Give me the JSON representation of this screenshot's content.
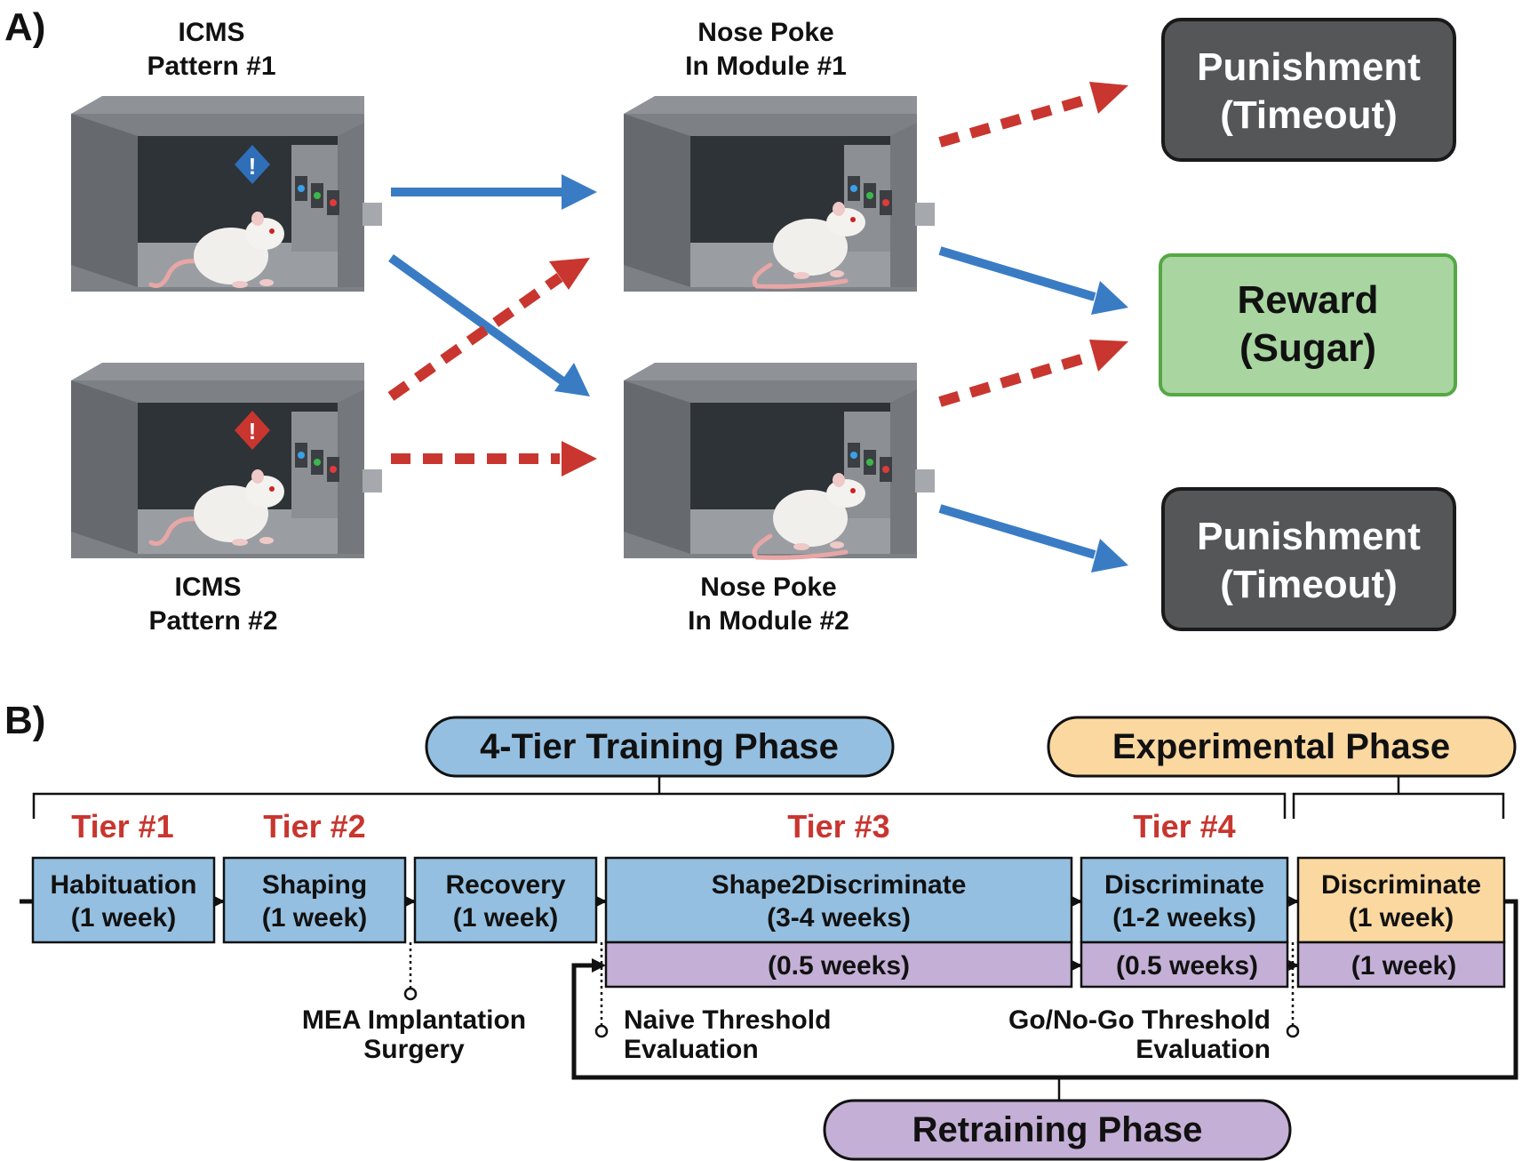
{
  "panel_a": {
    "label": "A)",
    "stim1": {
      "line1": "ICMS",
      "line2": "Pattern #1"
    },
    "stim2": {
      "line1": "ICMS",
      "line2": "Pattern #2"
    },
    "poke1": {
      "line1": "Nose Poke",
      "line2": "In Module #1"
    },
    "poke2": {
      "line1": "Nose Poke",
      "line2": "In Module #2"
    },
    "outcome_top": {
      "line1": "Punishment",
      "line2": "(Timeout)"
    },
    "outcome_mid": {
      "line1": "Reward",
      "line2": "(Sugar)"
    },
    "outcome_bot": {
      "line1": "Punishment",
      "line2": "(Timeout)"
    },
    "colors": {
      "correct_arrow": "#3a7cc4",
      "incorrect_arrow": "#c8362f",
      "punishment_box": "#555658",
      "reward_box": "#a8d5a0",
      "reward_border": "#55a845",
      "alert_blue": "#2f6fb8",
      "alert_red": "#c8362f"
    }
  },
  "panel_b": {
    "label": "B)",
    "training_phase": "4-Tier Training Phase",
    "experimental_phase": "Experimental Phase",
    "retraining_phase": "Retraining Phase",
    "tiers": {
      "t1": "Tier #1",
      "t2": "Tier #2",
      "t3": "Tier #3",
      "t4": "Tier #4"
    },
    "stages": {
      "habituation": {
        "line1": "Habituation",
        "line2": "(1 week)"
      },
      "shaping": {
        "line1": "Shaping",
        "line2": "(1 week)"
      },
      "recovery": {
        "line1": "Recovery",
        "line2": "(1 week)"
      },
      "shape2": {
        "line1": "Shape2Discriminate",
        "line2": "(3-4 weeks)"
      },
      "disc1": {
        "line1": "Discriminate",
        "line2": "(1-2 weeks)"
      },
      "disc2": {
        "line1": "Discriminate",
        "line2": "(1 week)"
      }
    },
    "retrain": {
      "r1": "(0.5 weeks)",
      "r2": "(0.5 weeks)",
      "r3": "(1 week)"
    },
    "notes": {
      "mea": {
        "line1": "MEA Implantation",
        "line2": "Surgery"
      },
      "naive": {
        "line1": "Naive Threshold",
        "line2": "Evaluation"
      },
      "gonogo": {
        "line1": "Go/No-Go Threshold",
        "line2": "Evaluation"
      }
    },
    "colors": {
      "training_blue": "#94bfe0",
      "experimental_orange": "#fad8a0",
      "retraining_purple": "#c4afd6",
      "tier_red": "#c8362f"
    }
  }
}
